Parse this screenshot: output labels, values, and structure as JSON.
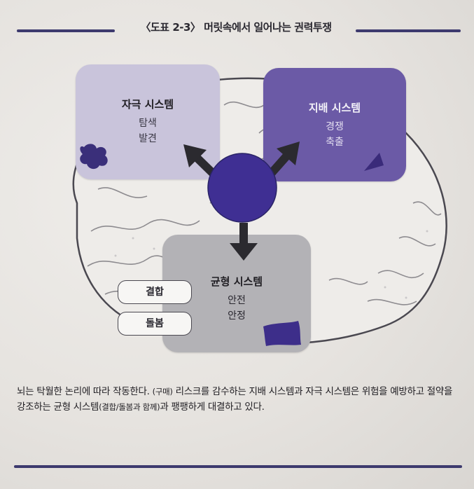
{
  "figure": {
    "title": "〈도표 2-3〉 머릿속에서 일어나는 권력투쟁"
  },
  "boxes": {
    "stimulus": {
      "title": "자극 시스템",
      "items": [
        "탐색",
        "발견"
      ]
    },
    "dominance": {
      "title": "지배 시스템",
      "items": [
        "경쟁",
        "축출"
      ]
    },
    "balance": {
      "title": "균형 시스템",
      "items": [
        "안전",
        "안정"
      ]
    }
  },
  "pills": [
    "결합",
    "돌봄"
  ],
  "caption": {
    "part1": "뇌는 탁월한 논리에 따라 작동한다. ",
    "part1_small": "(구매)",
    "part2": " 리스크를 감수하는 지배 시스템과 자극 시스템은 위험을 예방하고 절약을 강조하는 균형 시스템",
    "part2_small": "(결합/돌봄과 함께)",
    "part3": "과 팽팽하게 대결하고 있다."
  },
  "colors": {
    "stimulus_box": "#c9c4db",
    "dominance_box": "#6b5aa6",
    "balance_box": "#b3b2b6",
    "center_circle": "#3f2f93",
    "rule": "#3d3a6e"
  },
  "icons": {
    "stimulus": "puzzle-piece-icon",
    "dominance": "triangle-icon",
    "balance": "rectangle-icon",
    "arrows": "arrow-icon"
  }
}
